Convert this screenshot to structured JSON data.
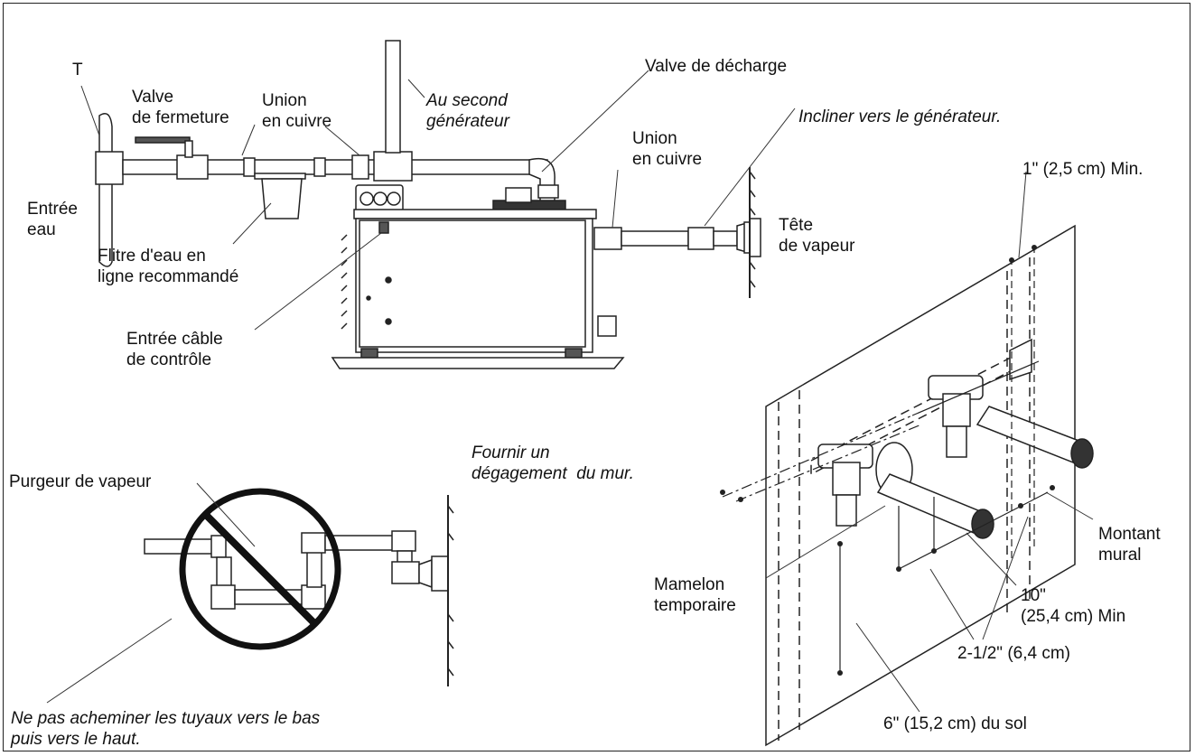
{
  "labels": {
    "t_fitting": "T",
    "shutoff_valve": "Valve\nde fermeture",
    "copper_union_1": "Union\nen cuivre",
    "second_generator": "Au second\ngénérateur",
    "relief_valve": "Valve de décharge",
    "slope_note": "Incliner vers le générateur.",
    "copper_union_2": "Union\nen cuivre",
    "water_inlet": "Entrée\neau",
    "water_filter": "Flitre d'eau en\nligne recommandé",
    "control_cable": "Entrée câble\nde contrôle",
    "steam_head": "Tête\nde vapeur",
    "min_1in": "1\" (2,5 cm) Min.",
    "wall_clearance": "Fournir un\ndégagement  du mur.",
    "steam_trap": "Purgeur de vapeur",
    "wall_stud": "Montant\nmural",
    "temp_nipple": "Mamelon\ntemporaire",
    "min_10in": "10\"\n(25,4 cm) Min",
    "spacing_2half": "2-1/2\" (6,4 cm)",
    "floor_6in": "6\" (15,2 cm) du sol",
    "no_down_up": "Ne pas acheminer les tuyaux vers le bas\npuis vers le haut."
  },
  "colors": {
    "line": "#222222",
    "fill": "#ffffff",
    "shade": "#d9d9d9",
    "prohibit": "#111111"
  }
}
